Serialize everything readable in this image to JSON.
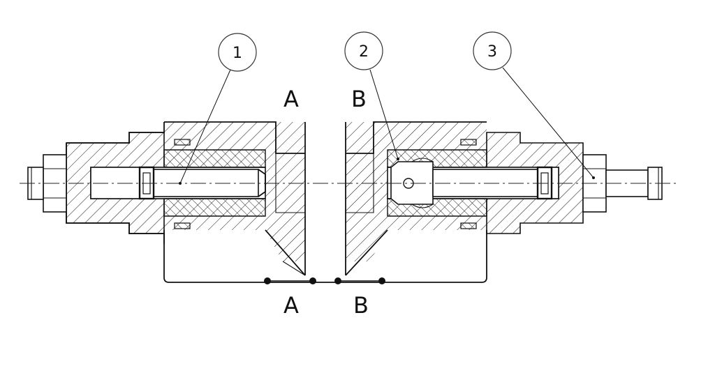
{
  "ports": {
    "top_a": "A",
    "top_b": "B",
    "bottom_a": "A",
    "bottom_b": "B"
  },
  "callouts": [
    "1",
    "2",
    "3"
  ],
  "colors": {
    "ink": "#111111",
    "background": "#ffffff"
  }
}
